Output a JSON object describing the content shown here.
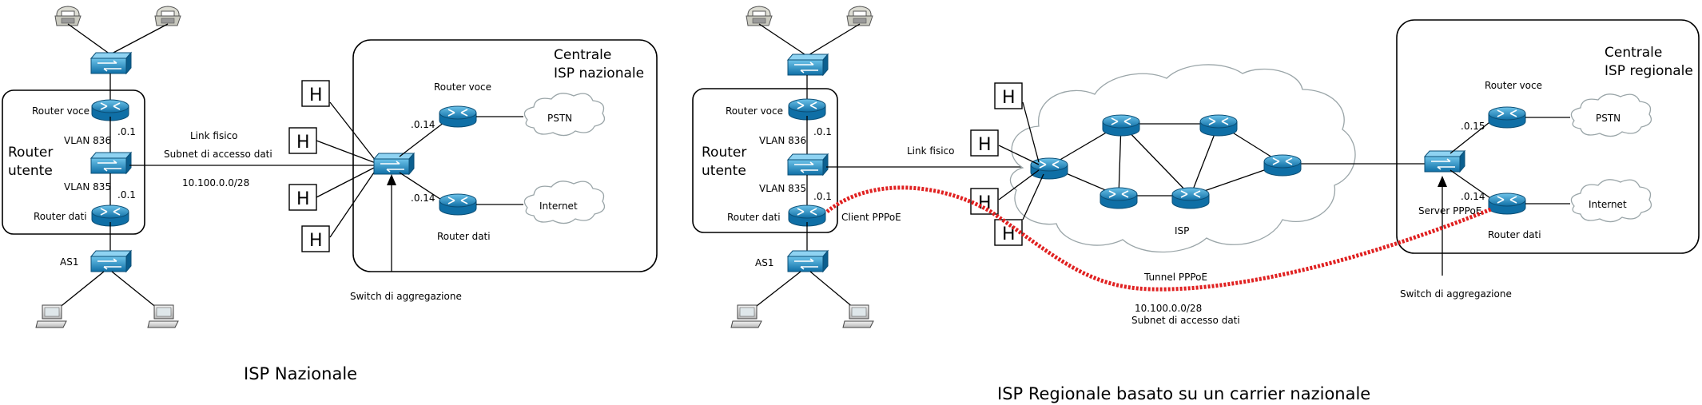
{
  "left": {
    "caption": "ISP Nazionale",
    "router_utente": [
      "Router",
      "utente"
    ],
    "router_voce": "Router voce",
    "vlan_836": "VLAN 836",
    "vlan_835": "VLAN 835",
    "router_dati": "Router dati",
    "ip_voce": ".0.1",
    "ip_dati": ".0.1",
    "as1": "AS1",
    "link_fisico": "Link fisico",
    "subnet_label": "Subnet di accesso dati",
    "subnet": "10.100.0.0/28",
    "h": "H",
    "centrale": [
      "Centrale",
      "ISP nazionale"
    ],
    "router_voce_c": "Router voce",
    "router_dati_c": "Router dati",
    "ip_c1": ".0.14",
    "ip_c2": ".0.14",
    "pstn": "PSTN",
    "internet": "Internet",
    "switch_aggr": "Switch di aggregazione"
  },
  "right": {
    "caption": "ISP Regionale basato su un carrier nazionale",
    "router_utente": [
      "Router",
      "utente"
    ],
    "router_voce": "Router voce",
    "vlan_836": "VLAN 836",
    "vlan_835": "VLAN 835",
    "router_dati": "Router dati",
    "ip_voce": ".0.1",
    "ip_dati": ".0.1",
    "client_pppoe": "Client PPPoE",
    "as1": "AS1",
    "link_fisico": "Link fisico",
    "isp": "ISP",
    "h": "H",
    "tunnel": "Tunnel PPPoE",
    "subnet": "10.100.0.0/28",
    "subnet_label": "Subnet di accesso dati",
    "centrale": [
      "Centrale",
      "ISP regionale"
    ],
    "router_voce_c": "Router voce",
    "router_dati_c": "Router dati",
    "ip_c1": ".0.15",
    "ip_c2": ".0.14",
    "pstn": "PSTN",
    "internet": "Internet",
    "server_pppoe": "Server PPPoE",
    "switch_aggr": "Switch di aggregazione"
  },
  "colors": {
    "device": "#1d8cc4",
    "tunnel": "#e02020",
    "cloud_stroke": "#9aa5a8"
  }
}
